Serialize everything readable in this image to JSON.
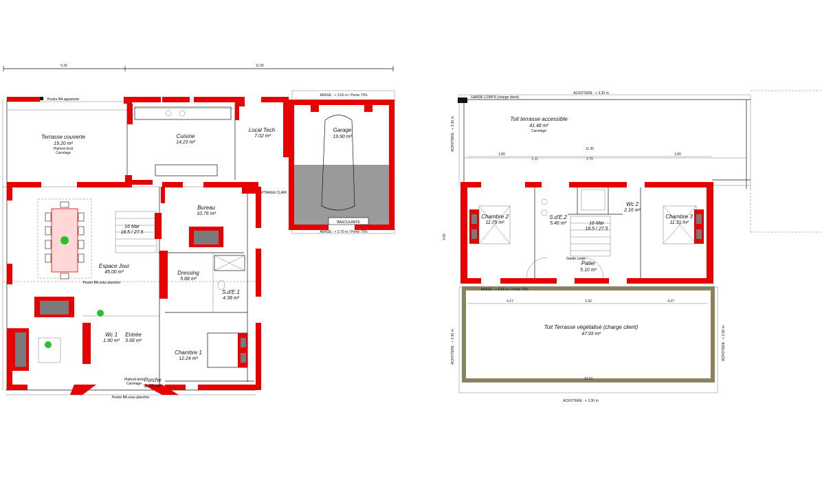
{
  "ground_floor": {
    "top_dims": [
      "5.36",
      "11.65"
    ],
    "rooms": {
      "terrasse": {
        "name": "Terrasse couverte",
        "area": "19.20 m²",
        "note1": "Plafond droit",
        "note2": "Carrelage"
      },
      "cuisine": {
        "name": "Cuisine",
        "area": "14.23 m²"
      },
      "local": {
        "name": "Local Tech.",
        "area": "7.02 m²"
      },
      "garage": {
        "name": "Garage",
        "area": "19.90 m²"
      },
      "bureau": {
        "name": "Bureau",
        "area": "10.76 m²"
      },
      "escalier": {
        "name": "16 Mar",
        "area": "18.5 / 27.5"
      },
      "espace": {
        "name": "Espace Jour",
        "area": "45.00 m²"
      },
      "dressing": {
        "name": "Dressing",
        "area": "5.88 m²"
      },
      "sde1": {
        "name": "S.d'E.1",
        "area": "4.38 m²"
      },
      "wc1": {
        "name": "Wc 1",
        "area": "1.90 m²"
      },
      "entree": {
        "name": "Entrée",
        "area": "3.68 m²"
      },
      "chambre1": {
        "name": "Chambre 1",
        "area": "12.24 m²"
      },
      "porche": {
        "name": "Porche",
        "area": "2.78 m²"
      }
    },
    "notes": {
      "arase_top": "ARASE : + 3.60 m / Pente 70%",
      "arase_bottom": "ARASE : + 2.70 m / Pente 70%",
      "basculante": "BASCULANTE",
      "poutre": "Poutre BA sous plancher",
      "poutre2": "Poutre BA apparente",
      "vitrage": "VITRAGE CLAIR",
      "porche_note": "Plafond droit",
      "porche_note2": "Carrelage"
    }
  },
  "first_floor": {
    "rooms": {
      "toit_acc": {
        "name": "Toit terrasse accessible",
        "area": "41.48 m²",
        "note": "Carrelage"
      },
      "chambre2": {
        "name": "Chambre 2",
        "area": "11.75 m²"
      },
      "sde2": {
        "name": "S.d'E.2",
        "area": "5.46 m²"
      },
      "escalier": {
        "name": "16 Mar",
        "area": "18.5 / 27.5"
      },
      "wc2": {
        "name": "Wc 2",
        "area": "2.16 m²"
      },
      "chambre3": {
        "name": "Chambre 3",
        "area": "11.31 m²"
      },
      "palier": {
        "name": "Palier",
        "area": "5.10 m²"
      },
      "toit_veg": {
        "name": "Toit Terrasse végétalisé (charge client)",
        "area": "47.93 m²"
      }
    },
    "notes": {
      "acrotere_top": "ACROTERE : + 3.30 m",
      "acrotere_bottom": "ACROTERE : + 3.30 m",
      "garde_corps": "GARDE CORPS (charge client)",
      "arase": "ARASE : + 6.86 m / Pente 70%",
      "acrotere_side": "ACROTERE : + 3.30 m",
      "garde_corps2": "Garde corps"
    },
    "dims": {
      "d1": "1.80",
      "d2": "1.11",
      "d3": "2.70",
      "d4": "1.80",
      "d5": "11.30",
      "d6": "4.27",
      "d7": "1.56",
      "d8": "4.27",
      "d9": "4.80",
      "d10": "10.63"
    }
  }
}
